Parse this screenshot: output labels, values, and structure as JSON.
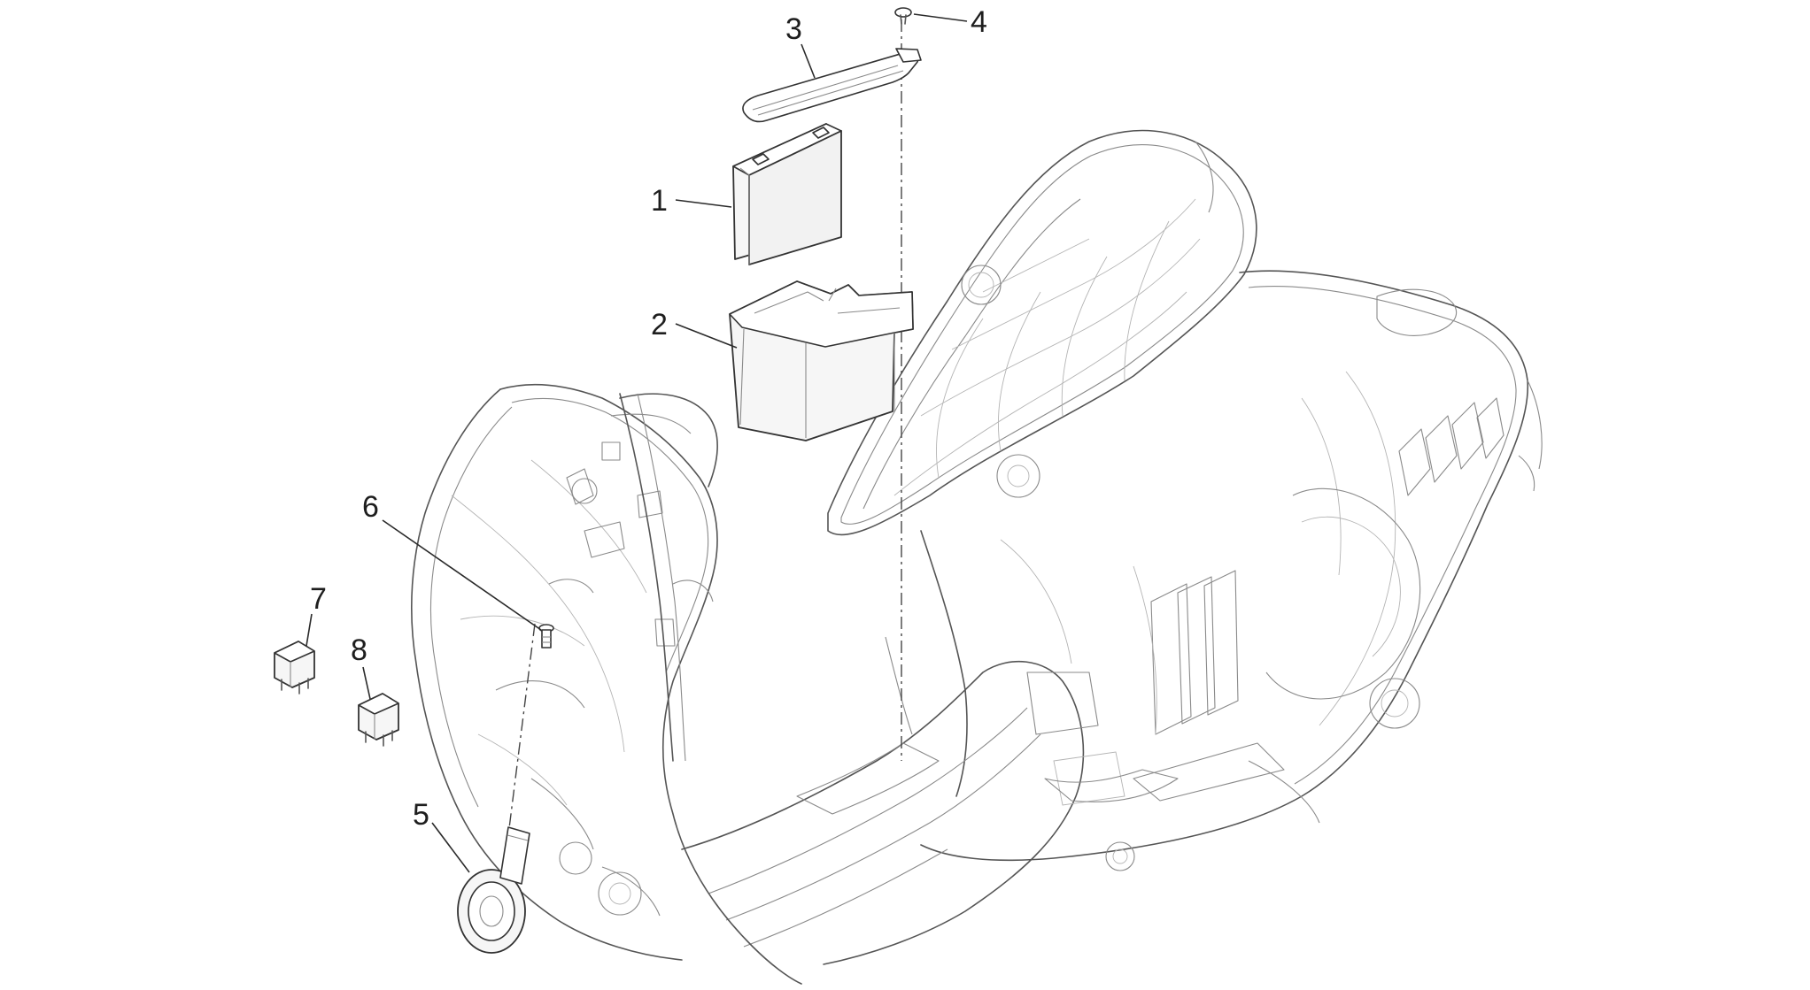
{
  "callouts": [
    {
      "id": "1",
      "label": "1",
      "part": "battery"
    },
    {
      "id": "2",
      "label": "2",
      "part": "battery-box"
    },
    {
      "id": "3",
      "label": "3",
      "part": "battery-strap"
    },
    {
      "id": "4",
      "label": "4",
      "part": "screw"
    },
    {
      "id": "5",
      "label": "5",
      "part": "horn"
    },
    {
      "id": "6",
      "label": "6",
      "part": "bolt"
    },
    {
      "id": "7",
      "label": "7",
      "part": "relay"
    },
    {
      "id": "8",
      "label": "8",
      "part": "relay"
    }
  ],
  "colors": {
    "background": "#ffffff",
    "line": "#555555",
    "text": "#1e1e1e"
  }
}
